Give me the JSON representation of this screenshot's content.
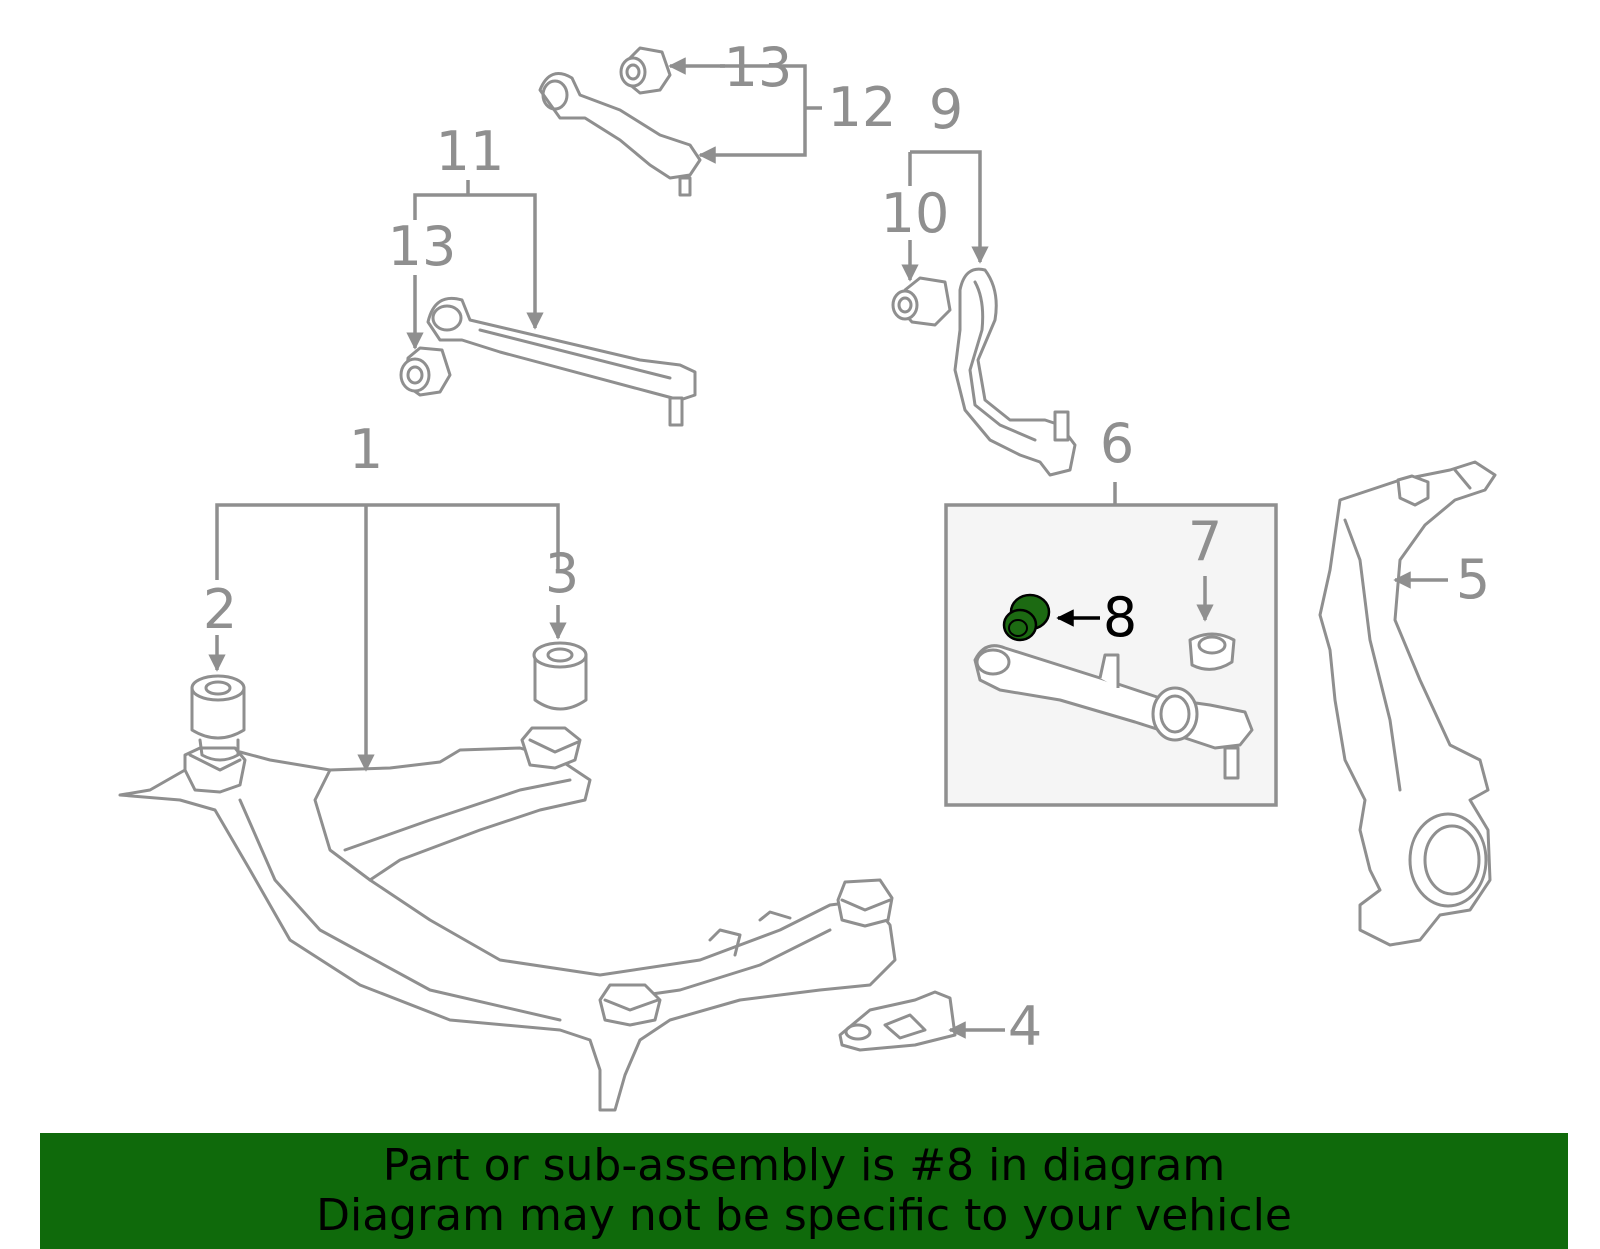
{
  "callouts": {
    "c1": "1",
    "c2": "2",
    "c3": "3",
    "c4": "4",
    "c5": "5",
    "c6": "6",
    "c7": "7",
    "c8": "8",
    "c9": "9",
    "c10": "10",
    "c11": "11",
    "c12": "12",
    "c13a": "13",
    "c13b": "13"
  },
  "highlighted_part": "8",
  "colors": {
    "line": "#8f8f8f",
    "highlight": "#1c6a12",
    "banner": "#0f6a0b",
    "box": "#f5f5f5"
  },
  "banner": {
    "line1": "Part or sub-assembly is #8 in diagram",
    "line2": "Diagram may not be specific to your vehicle"
  }
}
